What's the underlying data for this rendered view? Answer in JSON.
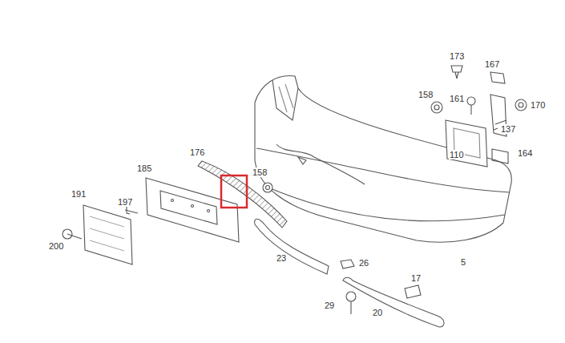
{
  "diagram": {
    "labels": [
      "173",
      "167",
      "158",
      "161",
      "170",
      "137",
      "110",
      "164",
      "176",
      "158",
      "185",
      "191",
      "197",
      "200",
      "23",
      "26",
      "5",
      "17",
      "29",
      "20"
    ]
  }
}
